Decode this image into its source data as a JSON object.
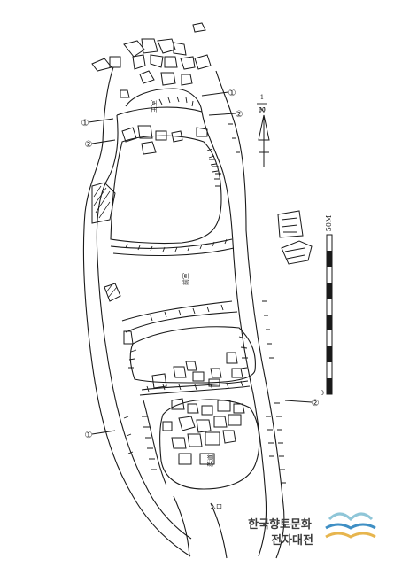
{
  "drawing": {
    "north_marker": "N",
    "scale_ratio_top": "1",
    "scale_ratio_bottom": "30",
    "scale_bar_label": "50M",
    "scale_bar_zero": "0",
    "section_markers": [
      "①",
      "②",
      "①",
      "②",
      "②",
      "①"
    ],
    "room_labels": [
      "主室",
      "前室",
      "羨道"
    ],
    "entrance_label": "入口"
  },
  "watermark": {
    "line1": "한국향토문화",
    "line2": "전자대전",
    "wave_colors": [
      "#8fc6d8",
      "#3f8fc4",
      "#e7b54e"
    ]
  },
  "colors": {
    "ink": "#1a1a1a",
    "paper": "#ffffff"
  }
}
